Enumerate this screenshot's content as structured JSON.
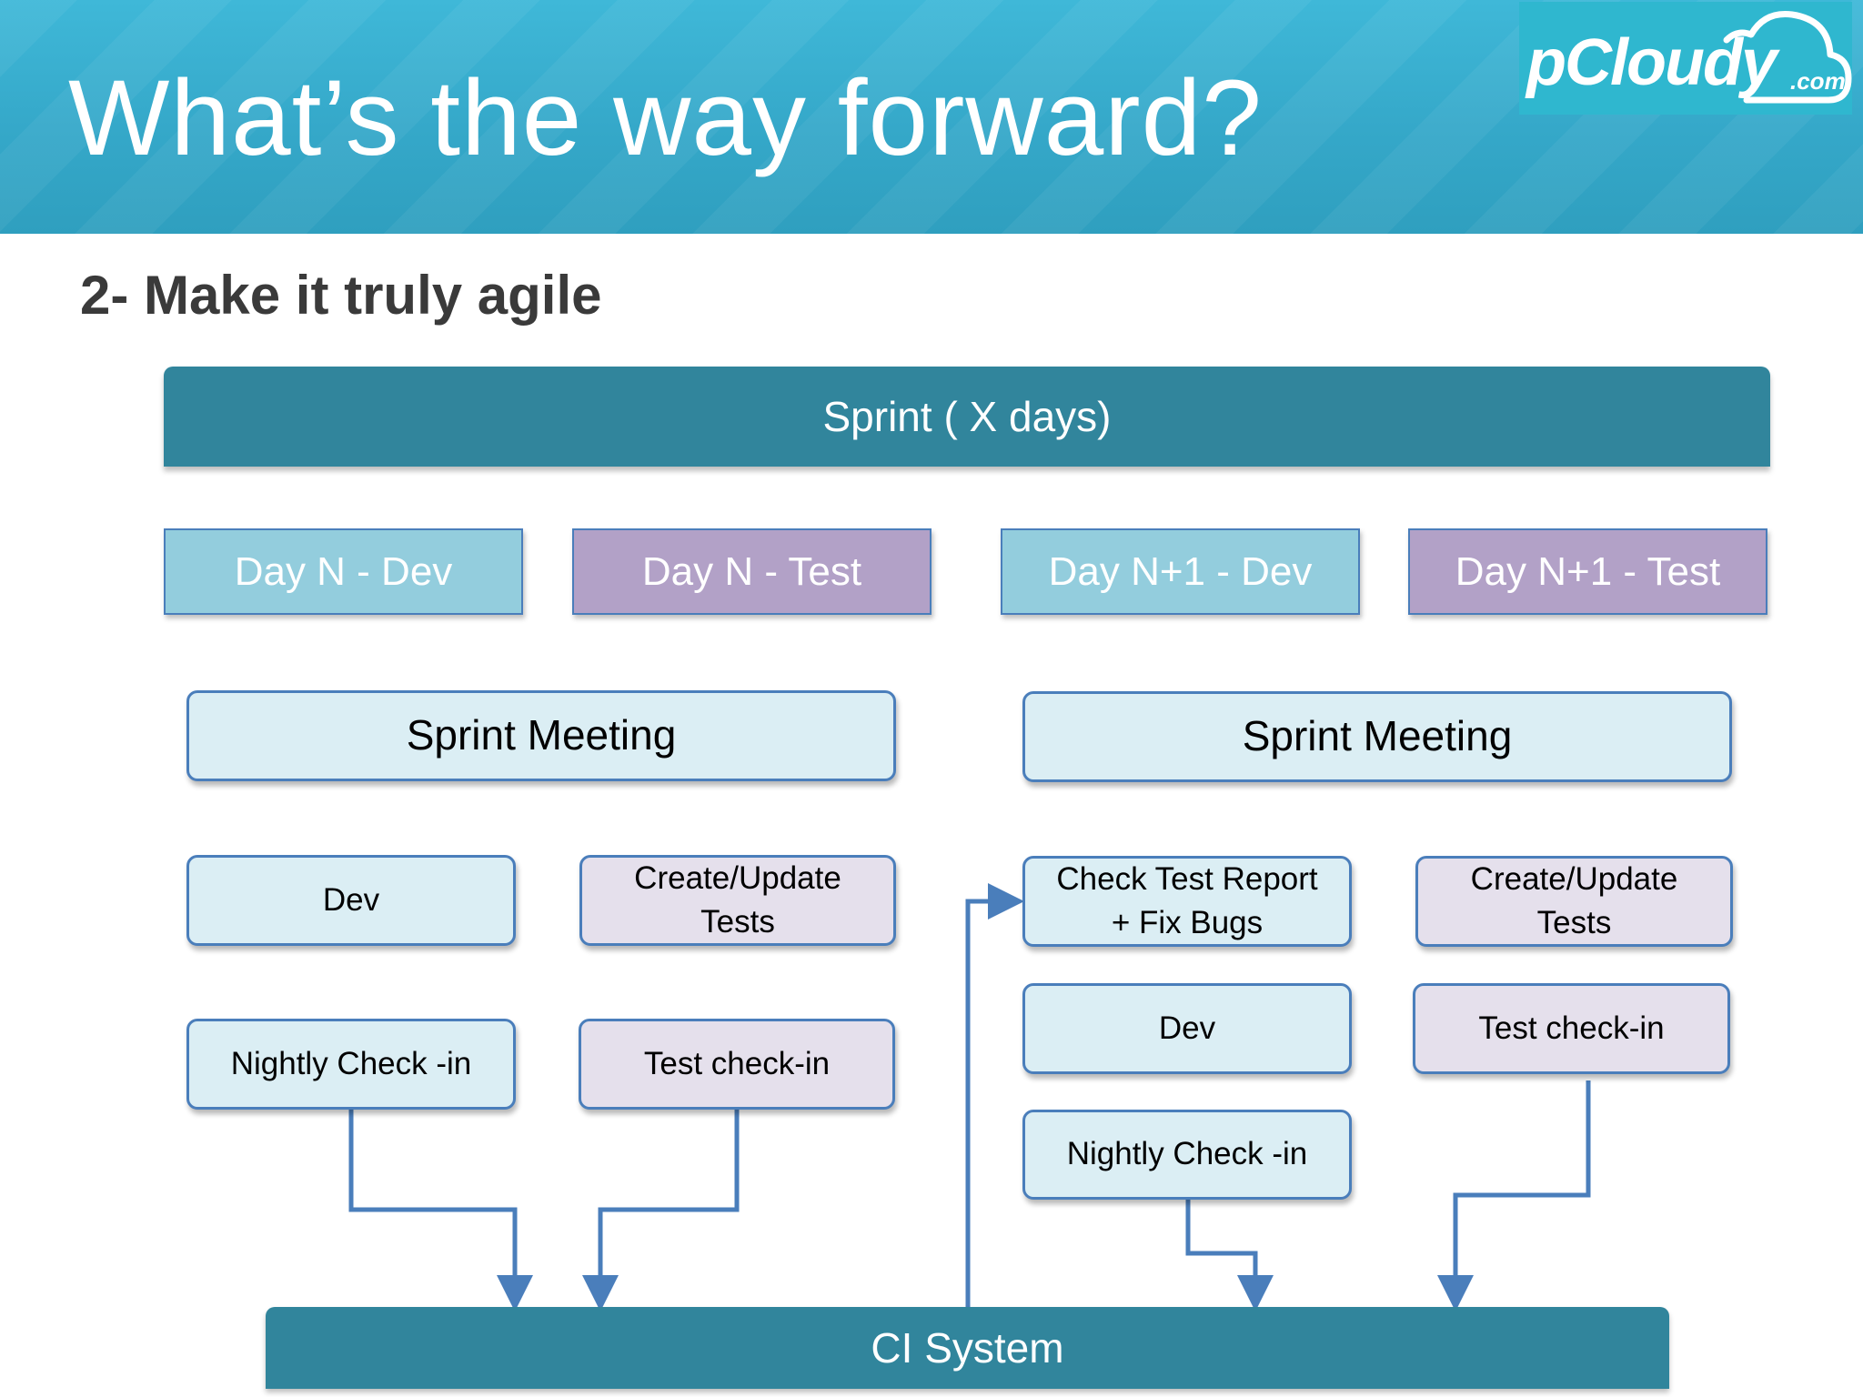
{
  "slide": {
    "title": "What’s the way forward?",
    "subtitle": "2- Make it truly agile"
  },
  "logo": {
    "word": "pCloudy",
    "suffix": ".com"
  },
  "diagram": {
    "sprint": "Sprint ( X days)",
    "days": [
      "Day N - Dev",
      "Day N - Test",
      "Day N+1 - Dev",
      "Day N+1 - Test"
    ],
    "meetings": [
      "Sprint Meeting",
      "Sprint Meeting"
    ],
    "day_n": {
      "dev": "Dev",
      "create_update_tests_line1": "Create/Update",
      "create_update_tests_line2": "Tests",
      "nightly_checkin": "Nightly Check -in",
      "test_checkin": "Test check-in"
    },
    "day_n1": {
      "check_report_line1": "Check Test Report",
      "check_report_line2": "+ Fix Bugs",
      "create_update_tests_line1": "Create/Update",
      "create_update_tests_line2": "Tests",
      "dev": "Dev",
      "test_checkin": "Test check-in",
      "nightly_checkin": "Nightly Check -in"
    },
    "ci_system": "CI System"
  },
  "colors": {
    "header": "#3fb8d8",
    "bar": "#31859c",
    "dev_day": "#93cddd",
    "test_day": "#b2a1c7",
    "dev_task": "#dbeef4",
    "test_task": "#e5e0ec",
    "border": "#4a7ebb"
  }
}
